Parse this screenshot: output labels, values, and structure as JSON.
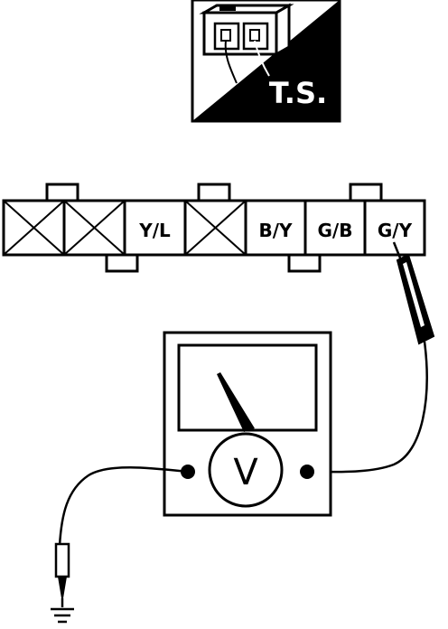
{
  "test_switch": {
    "label": "T.S."
  },
  "connector": {
    "terminals": [
      {
        "wire": ""
      },
      {
        "wire": ""
      },
      {
        "wire": "Y/L"
      },
      {
        "wire": ""
      },
      {
        "wire": "B/Y"
      },
      {
        "wire": "G/B"
      },
      {
        "wire": "G/Y"
      }
    ]
  },
  "meter": {
    "symbol": "V"
  }
}
